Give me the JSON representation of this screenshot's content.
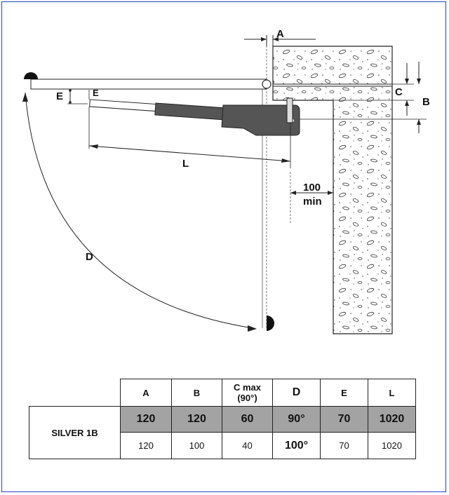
{
  "diagram": {
    "label_a": "A",
    "label_b": "B",
    "label_c": "C",
    "label_d": "D",
    "label_e1": "E",
    "label_e2": "E",
    "label_l": "L",
    "label_100": "100",
    "label_min": "min",
    "colors": {
      "actuator": "#555555",
      "line": "#222222"
    }
  },
  "table": {
    "headers": [
      "A",
      "B",
      "C max\n(90°)",
      "D",
      "E",
      "L"
    ],
    "model": "SILVER 1B",
    "row1": [
      "120",
      "120",
      "60",
      "90°",
      "70",
      "1020"
    ],
    "row2": [
      "120",
      "100",
      "40",
      "100°",
      "70",
      "1020"
    ]
  }
}
